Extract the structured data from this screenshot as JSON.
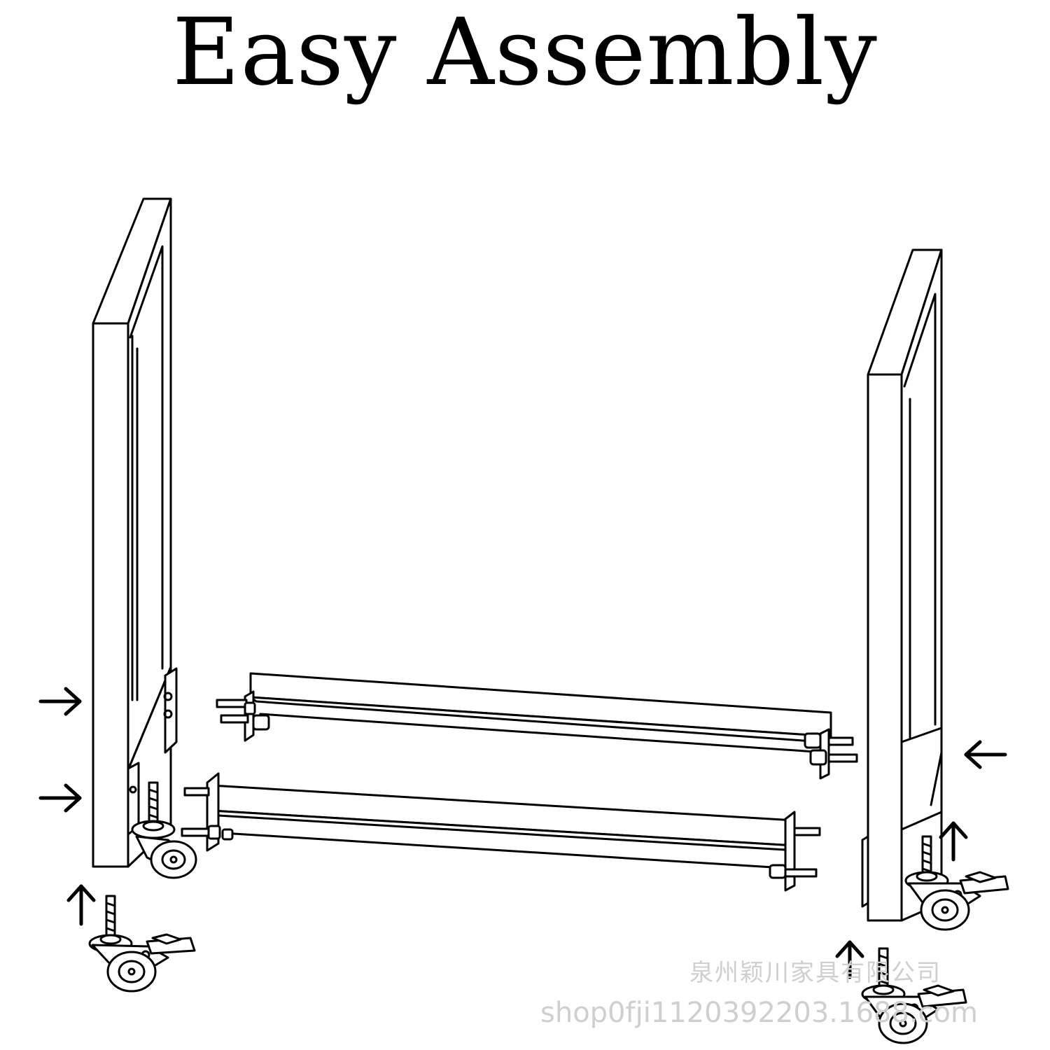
{
  "title": "Easy Assembly",
  "watermark": {
    "company": "泉州颖川家具有限公司",
    "url": "shop0fji1120392203.1688.com"
  },
  "icons": {
    "side_frame": "frame-panel-icon",
    "crossbar": "crossbar-icon",
    "caster": "caster-wheel-icon",
    "arrow": "arrow-icon"
  },
  "colors": {
    "line": "#000000",
    "background": "#ffffff",
    "watermark": "#cfcfcf"
  }
}
